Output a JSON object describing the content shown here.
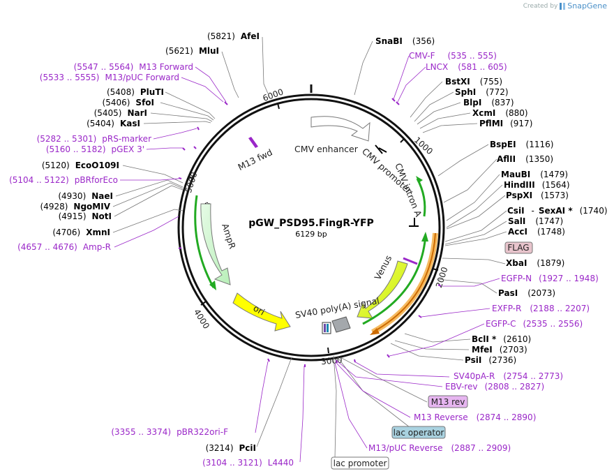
{
  "credit": {
    "prefix": "Created by",
    "brand": "SnapGene"
  },
  "plasmid": {
    "name": "pGW_PSD95.FingR-YFP",
    "length_label": "6129 bp",
    "length": 6129
  },
  "ticks": [
    "1000",
    "2000",
    "3000",
    "4000",
    "5000",
    "6000"
  ],
  "sites": [
    {
      "name": "AfeI",
      "pos": "(5821)"
    },
    {
      "name": "MluI",
      "pos": "(5621)"
    },
    {
      "name": "PluTI",
      "pos": "(5408)"
    },
    {
      "name": "SfoI",
      "pos": "(5406)"
    },
    {
      "name": "NarI",
      "pos": "(5405)"
    },
    {
      "name": "KasI",
      "pos": "(5404)"
    },
    {
      "name": "EcoO109I",
      "pos": "(5120)"
    },
    {
      "name": "NaeI",
      "pos": "(4930)"
    },
    {
      "name": "NgoMIV",
      "pos": "(4928)"
    },
    {
      "name": "NotI",
      "pos": "(4915)"
    },
    {
      "name": "XmnI",
      "pos": "(4706)"
    },
    {
      "name": "SnaBI",
      "pos": "(356)"
    },
    {
      "name": "BstXI",
      "pos": "(755)"
    },
    {
      "name": "SphI",
      "pos": "(772)"
    },
    {
      "name": "BlpI",
      "pos": "(837)"
    },
    {
      "name": "XcmI",
      "pos": "(880)"
    },
    {
      "name": "PflMI",
      "pos": "(917)"
    },
    {
      "name": "BspEI",
      "pos": "(1116)"
    },
    {
      "name": "AflII",
      "pos": "(1350)"
    },
    {
      "name": "MauBI",
      "pos": "(1479)"
    },
    {
      "name": "HindIII",
      "pos": "(1564)"
    },
    {
      "name": "PspXI",
      "pos": "(1573)"
    },
    {
      "name": "CsiI",
      "pos": ""
    },
    {
      "name": "SexAI *",
      "pos": "(1740)"
    },
    {
      "name": "SalI",
      "pos": "(1747)"
    },
    {
      "name": "AccI",
      "pos": "(1748)"
    },
    {
      "name": "XbaI",
      "pos": "(1879)"
    },
    {
      "name": "PasI",
      "pos": "(2073)"
    },
    {
      "name": "BclI *",
      "pos": "(2610)"
    },
    {
      "name": "MfeI",
      "pos": "(2703)"
    },
    {
      "name": "PsiI",
      "pos": "(2736)"
    },
    {
      "name": "PciI",
      "pos": "(3214)"
    }
  ],
  "primers": [
    {
      "name": "M13 Forward",
      "pos": "(5547 .. 5564)"
    },
    {
      "name": "M13/pUC Forward",
      "pos": "(5533 .. 5555)"
    },
    {
      "name": "pRS-marker",
      "pos": "(5282 .. 5301)"
    },
    {
      "name": "pGEX 3'",
      "pos": "(5160 .. 5182)"
    },
    {
      "name": "pBRforEco",
      "pos": "(5104 .. 5122)"
    },
    {
      "name": "Amp-R",
      "pos": "(4657 .. 4676)"
    },
    {
      "name": "CMV-F",
      "pos": "(535 .. 555)"
    },
    {
      "name": "LNCX",
      "pos": "(581 .. 605)"
    },
    {
      "name": "EGFP-N",
      "pos": "(1927 .. 1948)"
    },
    {
      "name": "EXFP-R",
      "pos": "(2188 .. 2207)"
    },
    {
      "name": "EGFP-C",
      "pos": "(2535 .. 2556)"
    },
    {
      "name": "SV40pA-R",
      "pos": "(2754 .. 2773)"
    },
    {
      "name": "EBV-rev",
      "pos": "(2808 .. 2827)"
    },
    {
      "name": "M13 Reverse",
      "pos": "(2874 .. 2890)"
    },
    {
      "name": "M13/pUC Reverse",
      "pos": "(2887 .. 2909)"
    },
    {
      "name": "pBR322ori-F",
      "pos": "(3355 .. 3374)"
    },
    {
      "name": "L4440",
      "pos": "(3104 .. 3121)"
    }
  ],
  "features": [
    {
      "name": "M13 fwd"
    },
    {
      "name": "CMV enhancer"
    },
    {
      "name": "CMV promoter"
    },
    {
      "name": "CMV intron A"
    },
    {
      "name": "AmpR"
    },
    {
      "name": "ori"
    },
    {
      "name": "Venus"
    },
    {
      "name": "SV40 poly(A) signal"
    }
  ],
  "boxed": [
    {
      "name": "FLAG",
      "color": "#e8c4cc"
    },
    {
      "name": "M13 rev",
      "color": "#e6b5f0"
    },
    {
      "name": "lac operator",
      "color": "#a9d2e0"
    },
    {
      "name": "lac promoter",
      "color": "#ffffff"
    }
  ],
  "colors": {
    "backbone": "#111111",
    "primer": "#9a27c8",
    "cmv_enhancer": "#ffffff",
    "ampr": "#ccf5cc",
    "ori": "#ffff00",
    "venus": "#ddff22",
    "orange_arc": "#f5b450",
    "green_arc": "#22aa22",
    "sv40": "#a4a8ac"
  }
}
